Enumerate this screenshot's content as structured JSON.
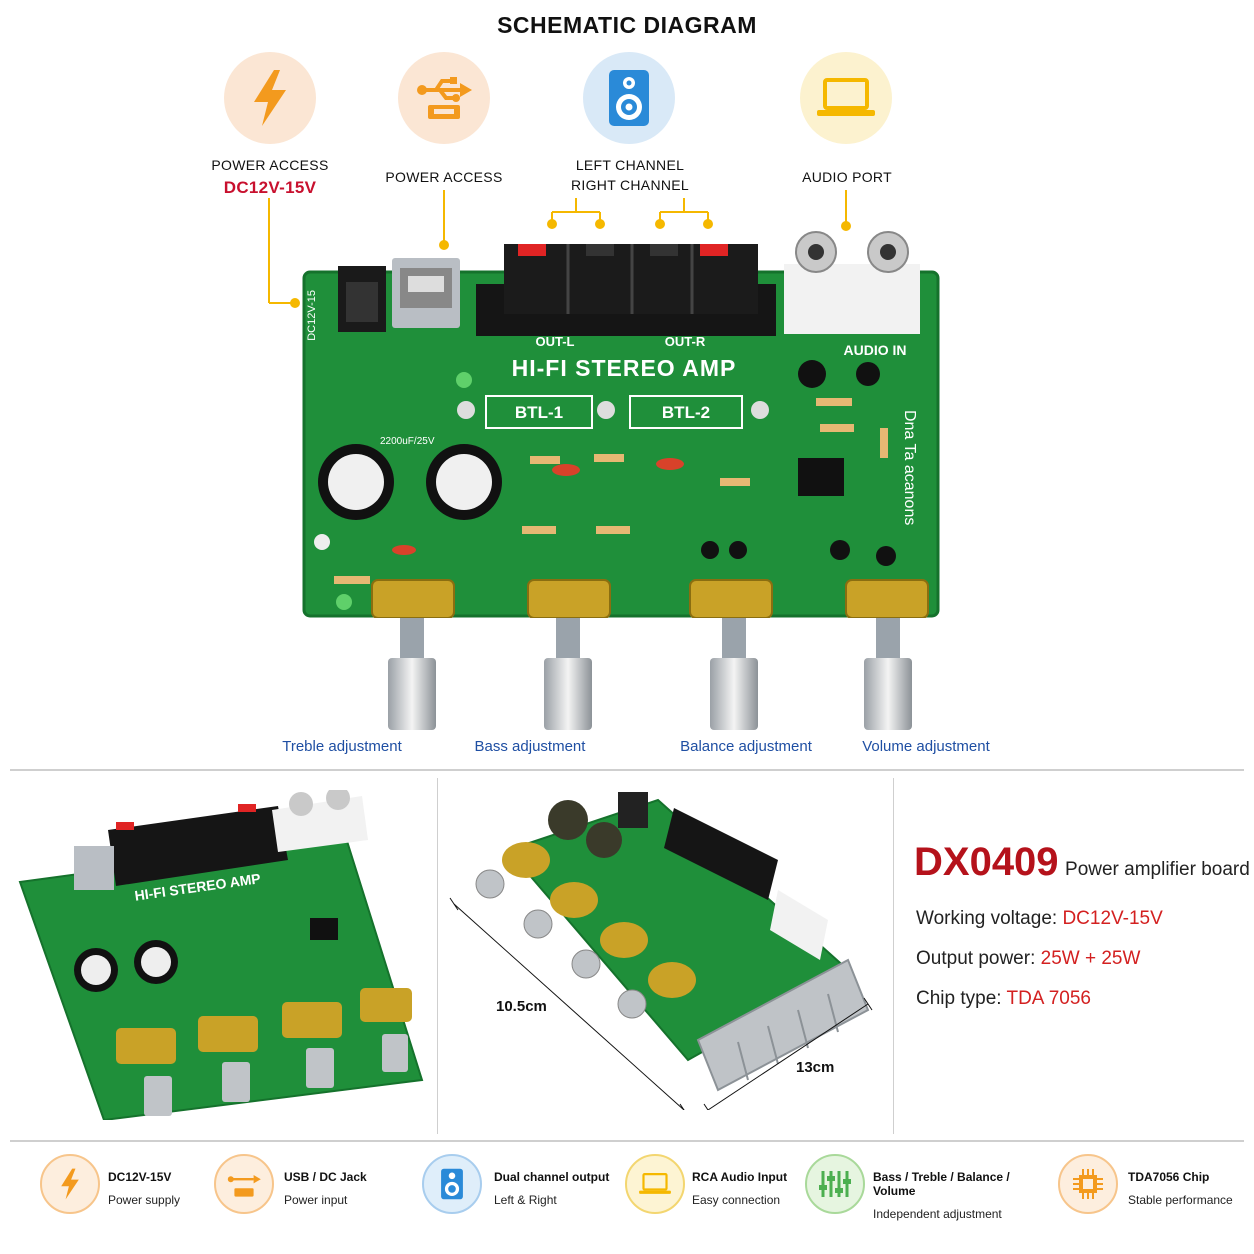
{
  "header": {
    "title": "SCHEMATIC DIAGRAM"
  },
  "top_labels": {
    "power_dc_label": "POWER ACCESS",
    "power_dc_value": "DC12V-15V",
    "power_usb_label": "POWER ACCESS",
    "channel_left": "LEFT CHANNEL",
    "channel_right": "RIGHT CHANNEL",
    "audio_port": "AUDIO PORT"
  },
  "board": {
    "title": "HI-FI STEREO AMP",
    "btl1": "BTL-1",
    "btl2": "BTL-2",
    "out_l": "OUT-L",
    "out_r": "OUT-R",
    "audio_in": "AUDIO IN",
    "dc_mark": "DC12V-15",
    "cap_mark": "2200uF/25V",
    "side_text": "Dna Ta acanons"
  },
  "knobs": [
    {
      "label": "Treble adjustment"
    },
    {
      "label": "Bass adjustment"
    },
    {
      "label": "Balance adjustment"
    },
    {
      "label": "Volume adjustment"
    }
  ],
  "dimensions": {
    "width": "10.5cm",
    "length": "13cm"
  },
  "product": {
    "model": "DX0409",
    "name": "Power amplifier board",
    "specs": [
      {
        "label": "Working voltage:",
        "value": "DC12V-15V"
      },
      {
        "label": "Output power:",
        "value": "25W + 25W"
      },
      {
        "label": "Chip type:",
        "value": "TDA 7056"
      }
    ]
  },
  "features": [
    {
      "title": "DC12V-15V",
      "subtitle": "Power supply",
      "icon": "lightning-icon"
    },
    {
      "title": "USB / DC Jack",
      "subtitle": "Power input",
      "icon": "usb-icon"
    },
    {
      "title": "Dual channel output",
      "subtitle": "Left & Right",
      "icon": "speaker-icon"
    },
    {
      "title": "RCA Audio Input",
      "subtitle": "Easy connection",
      "icon": "laptop-icon"
    },
    {
      "title": "Bass / Treble / Balance / Volume",
      "subtitle": "Independent adjustment",
      "icon": "equalizer-icon"
    },
    {
      "title": "TDA7056 Chip",
      "subtitle": "Stable performance",
      "icon": "chip-icon"
    }
  ],
  "colors": {
    "accent_red": "#c8102e",
    "knob_label_blue": "#1f4fa3",
    "pcb_green": "#1f8f3a",
    "icon_orange": "#f39a1e"
  }
}
